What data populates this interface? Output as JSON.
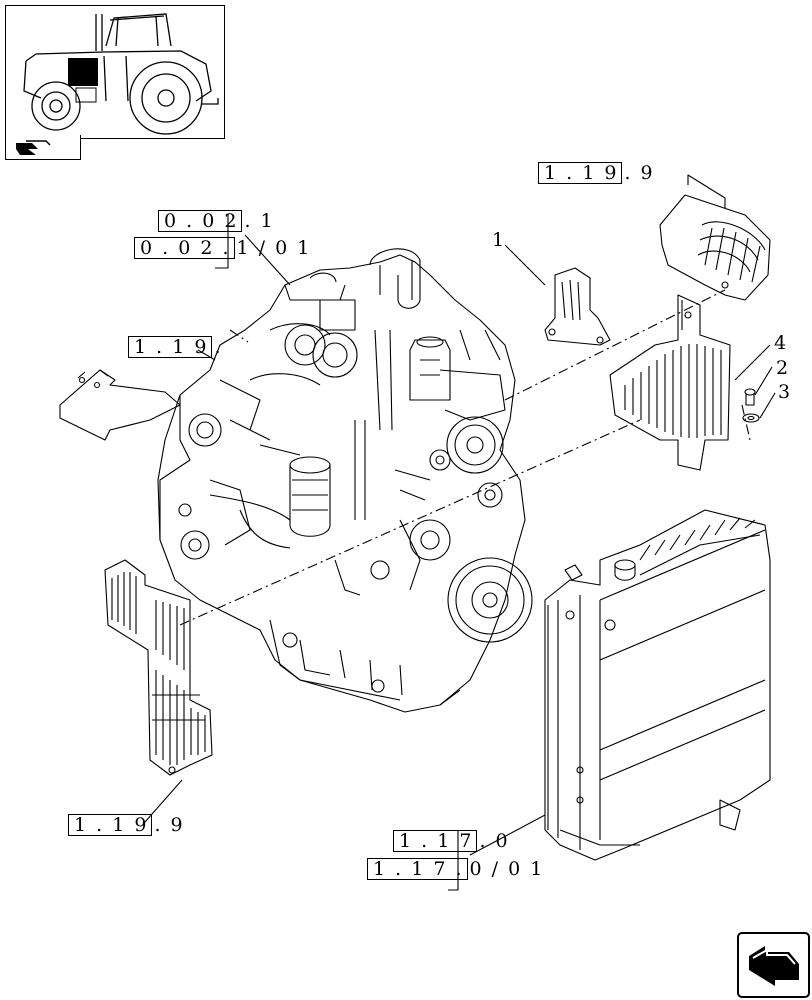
{
  "references": {
    "top_right": {
      "boxed": "1 . 1 9",
      "tail": ". 9"
    },
    "engine_top_a": {
      "boxed": "0 . 0 2",
      "tail": ". 1"
    },
    "engine_top_b": {
      "boxed": "0 . 0 2 .",
      "tail": "1 / 0 1"
    },
    "left_mid": {
      "boxed": "1 . 1 9",
      "tail": "."
    },
    "bottom_left": {
      "boxed": "1 . 1 9",
      "tail": ". 9"
    },
    "radiator_a": {
      "boxed": "1 . 1 7",
      "tail": ". 0"
    },
    "radiator_b": {
      "boxed": "1 . 1 7 .",
      "tail": "0 / 0 1"
    }
  },
  "callouts": {
    "c1": "1",
    "c2": "2",
    "c3": "3",
    "c4": "4"
  },
  "icons": {
    "thumbnail": "tractor-thumbnail-icon",
    "section": "section-arrow-icon",
    "nav": "next-page-arrow-icon"
  }
}
